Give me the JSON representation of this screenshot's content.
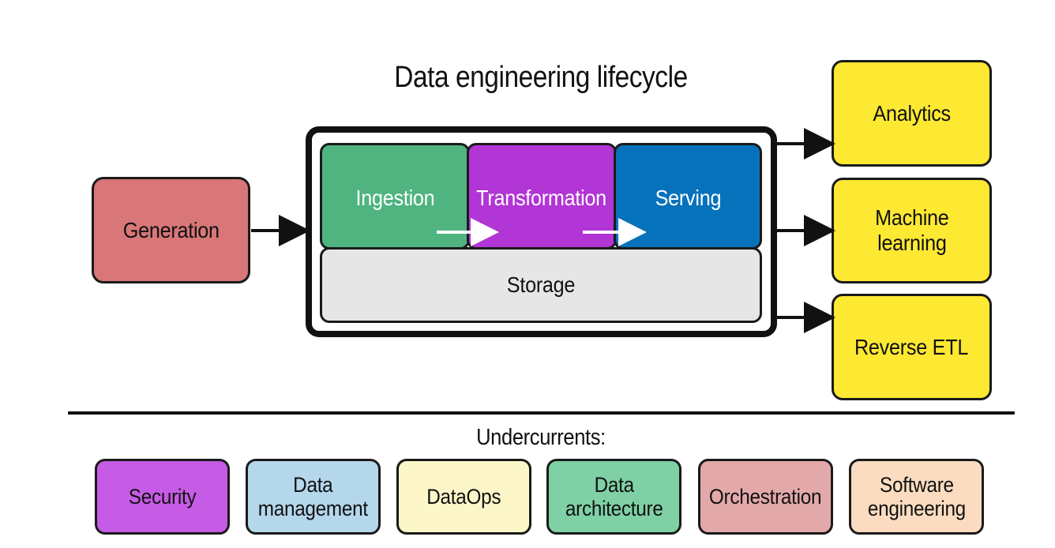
{
  "diagram": {
    "title": "Data engineering lifecycle",
    "generation": "Generation",
    "stages": {
      "ingestion": "Ingestion",
      "transformation": "Transformation",
      "serving": "Serving",
      "storage": "Storage"
    },
    "outputs": {
      "analytics": "Analytics",
      "machine_learning": "Machine\nlearning",
      "reverse_etl": "Reverse ETL"
    },
    "undercurrents": {
      "title": "Undercurrents:",
      "items": [
        "Security",
        "Data\nmanagement",
        "DataOps",
        "Data\narchitecture",
        "Orchestration",
        "Software\nengineering"
      ]
    }
  },
  "colors": {
    "generation": "#d87678",
    "ingestion": "#4fb480",
    "transformation": "#b235d6",
    "serving": "#0672bc",
    "storage": "#e6e6e6",
    "outputs": "#fde832",
    "security": "#c65be5",
    "data_management": "#b4d7ec",
    "dataops": "#fdf6c9",
    "data_architecture": "#7fd1a5",
    "orchestration": "#e3a9aa",
    "software_engineering": "#fbdcc0",
    "outline": "#111111"
  }
}
